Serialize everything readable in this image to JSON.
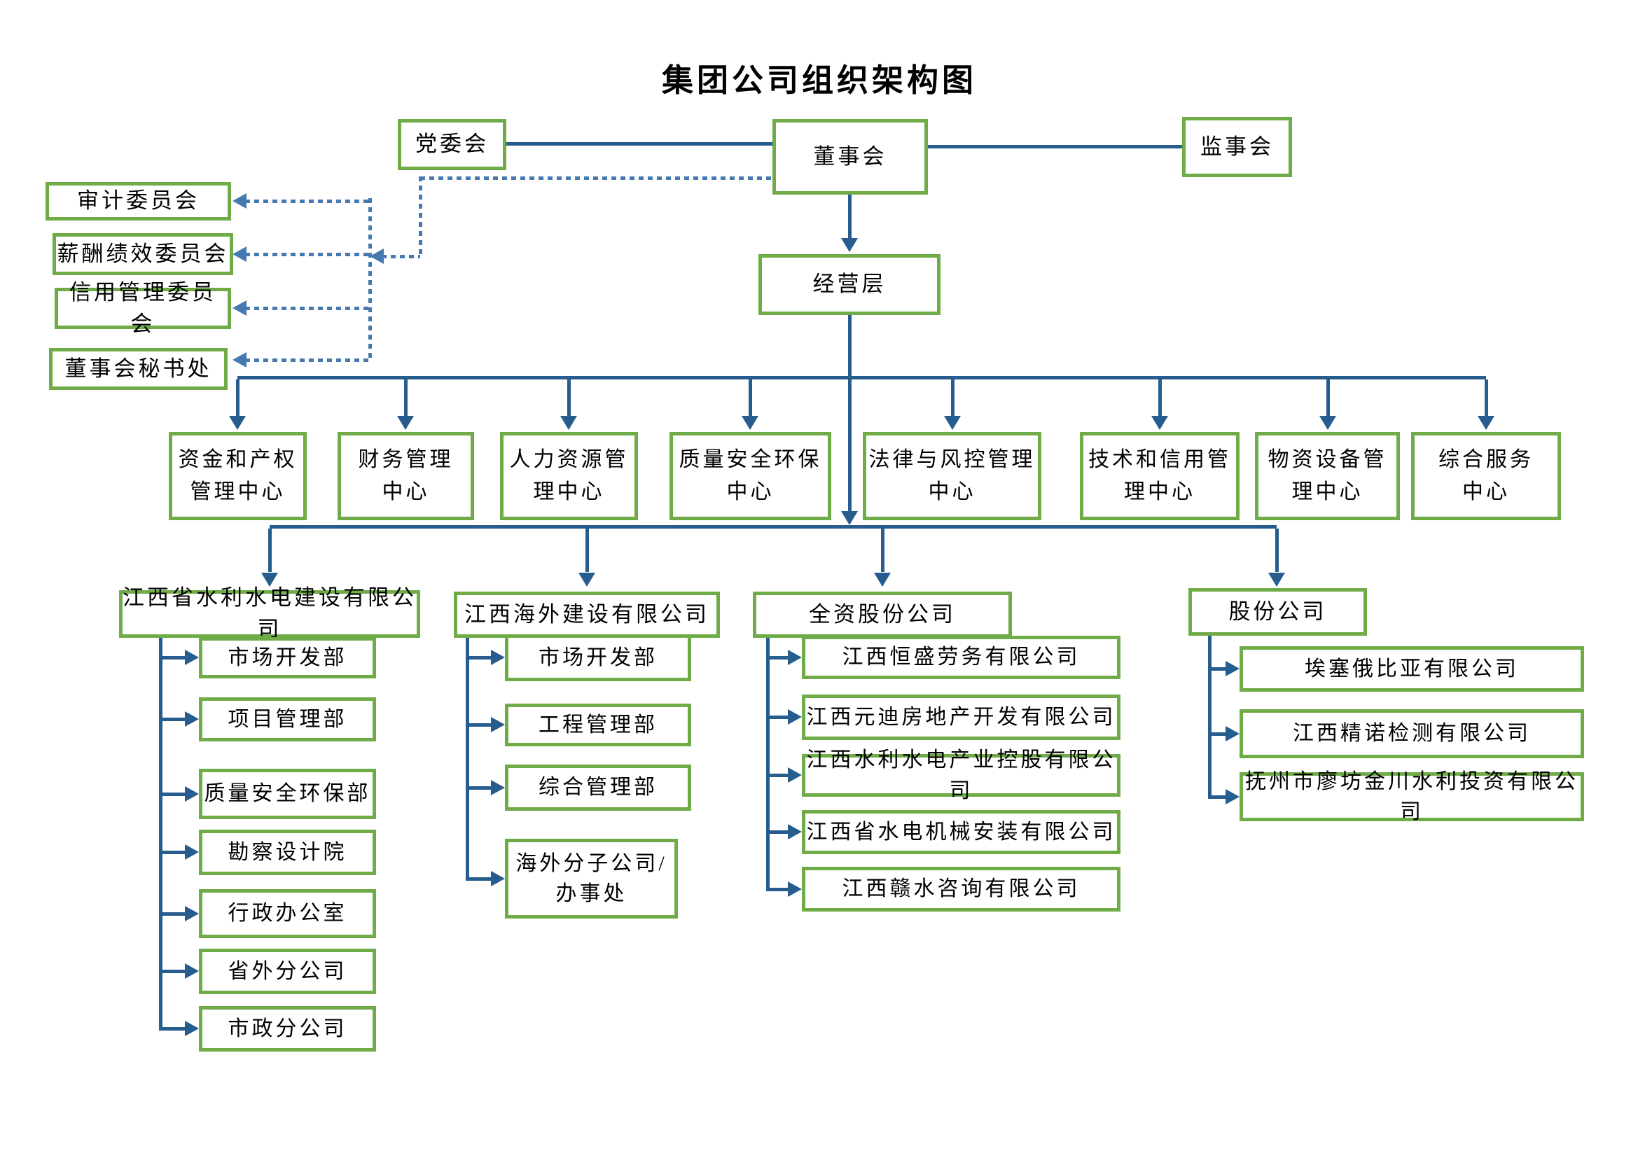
{
  "title": "集团公司组织架构图",
  "colors": {
    "box_border": "#6FAC47",
    "solid_line": "#265C8E",
    "dotted_line": "#4679AF",
    "text": "#000000"
  },
  "top": {
    "party_committee": "党委会",
    "board": "董事会",
    "supervisory_board": "监事会",
    "management_level": "经营层"
  },
  "committees": [
    "审计委员会",
    "薪酬绩效委员会",
    "信用管理委员会",
    "董事会秘书处"
  ],
  "centers": [
    {
      "l1": "资金和产权",
      "l2": "管理中心"
    },
    {
      "l1": "财务管理",
      "l2": "中心"
    },
    {
      "l1": "人力资源管",
      "l2": "理中心"
    },
    {
      "l1": "质量安全环保",
      "l2": "中心"
    },
    {
      "l1": "法律与风控管理",
      "l2": "中心"
    },
    {
      "l1": "技术和信用管",
      "l2": "理中心"
    },
    {
      "l1": "物资设备管",
      "l2": "理中心"
    },
    {
      "l1": "综合服务",
      "l2": "中心"
    }
  ],
  "subsidiaries": [
    {
      "name": "江西省水利水电建设有限公司",
      "children": [
        "市场开发部",
        "项目管理部",
        "质量安全环保部",
        "勘察设计院",
        "行政办公室",
        "省外分公司",
        "市政分公司"
      ]
    },
    {
      "name": "江西海外建设有限公司",
      "children": [
        "市场开发部",
        "工程管理部",
        "综合管理部",
        "海外分子公司/\n办事处"
      ]
    },
    {
      "name": "全资股份公司",
      "children": [
        "江西恒盛劳务有限公司",
        "江西元迪房地产开发有限公司",
        "江西水利水电产业控股有限公司",
        "江西省水电机械安装有限公司",
        "江西赣水咨询有限公司"
      ]
    },
    {
      "name": "股份公司",
      "children": [
        "埃塞俄比亚有限公司",
        "江西精诺检测有限公司",
        "抚州市廖坊金川水利投资有限公司"
      ]
    }
  ]
}
